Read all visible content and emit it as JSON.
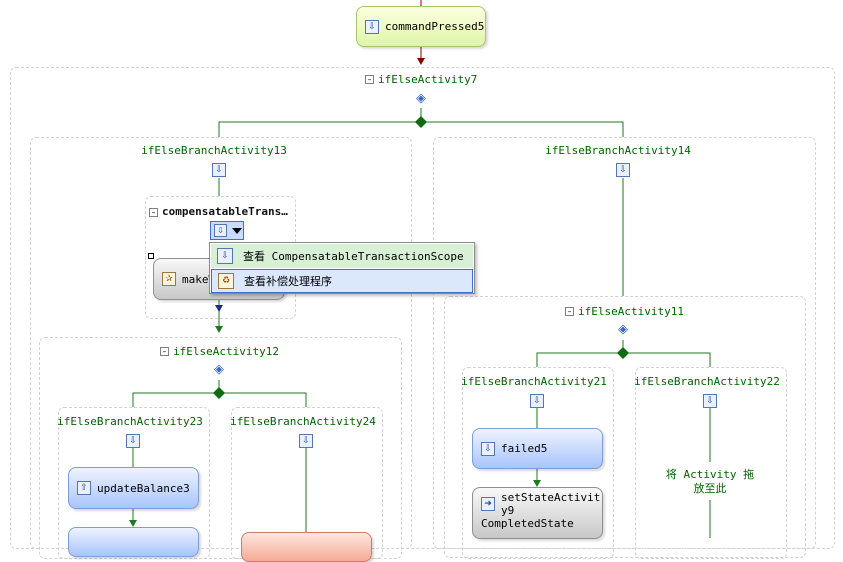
{
  "activities": {
    "command_pressed": "commandPressed5",
    "make_w": "makeW",
    "update_balance": "updateBalance3",
    "failed": "failed5",
    "set_state_line1": "setStateActivit",
    "set_state_line2": "y9",
    "set_state_line3": "CompletedState"
  },
  "containers": {
    "if_else_7": "ifElseActivity7",
    "branch_13": "ifElseBranchActivity13",
    "branch_14": "ifElseBranchActivity14",
    "compensatable": "compensatableTrans…",
    "if_else_12": "ifElseActivity12",
    "branch_23": "ifElseBranchActivity23",
    "branch_24": "ifElseBranchActivity24",
    "if_else_11": "ifElseActivity11",
    "branch_21": "ifElseBranchActivity21",
    "branch_22": "ifElseBranchActivity22"
  },
  "drop_hint": {
    "line1": "将 Activity 拖",
    "line2": "放至此"
  },
  "context_menu": {
    "item_view_scope": "查看 CompensatableTransactionScope",
    "item_view_handler": "查看补偿处理程序"
  },
  "colors": {
    "connector_green": "#1f7a1f",
    "connector_dark_red": "#8b0000",
    "connector_navy": "#1a2a8a",
    "label_green": "#006400",
    "selection_blue": "#3d6fcf"
  }
}
